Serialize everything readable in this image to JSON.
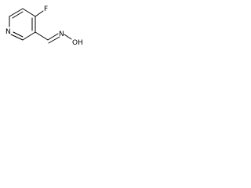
{
  "structure": {
    "atoms": {
      "fluorine": "F",
      "ring_nitrogen": "N",
      "oxime_nitrogen": "N",
      "hydroxyl": "OH"
    }
  }
}
